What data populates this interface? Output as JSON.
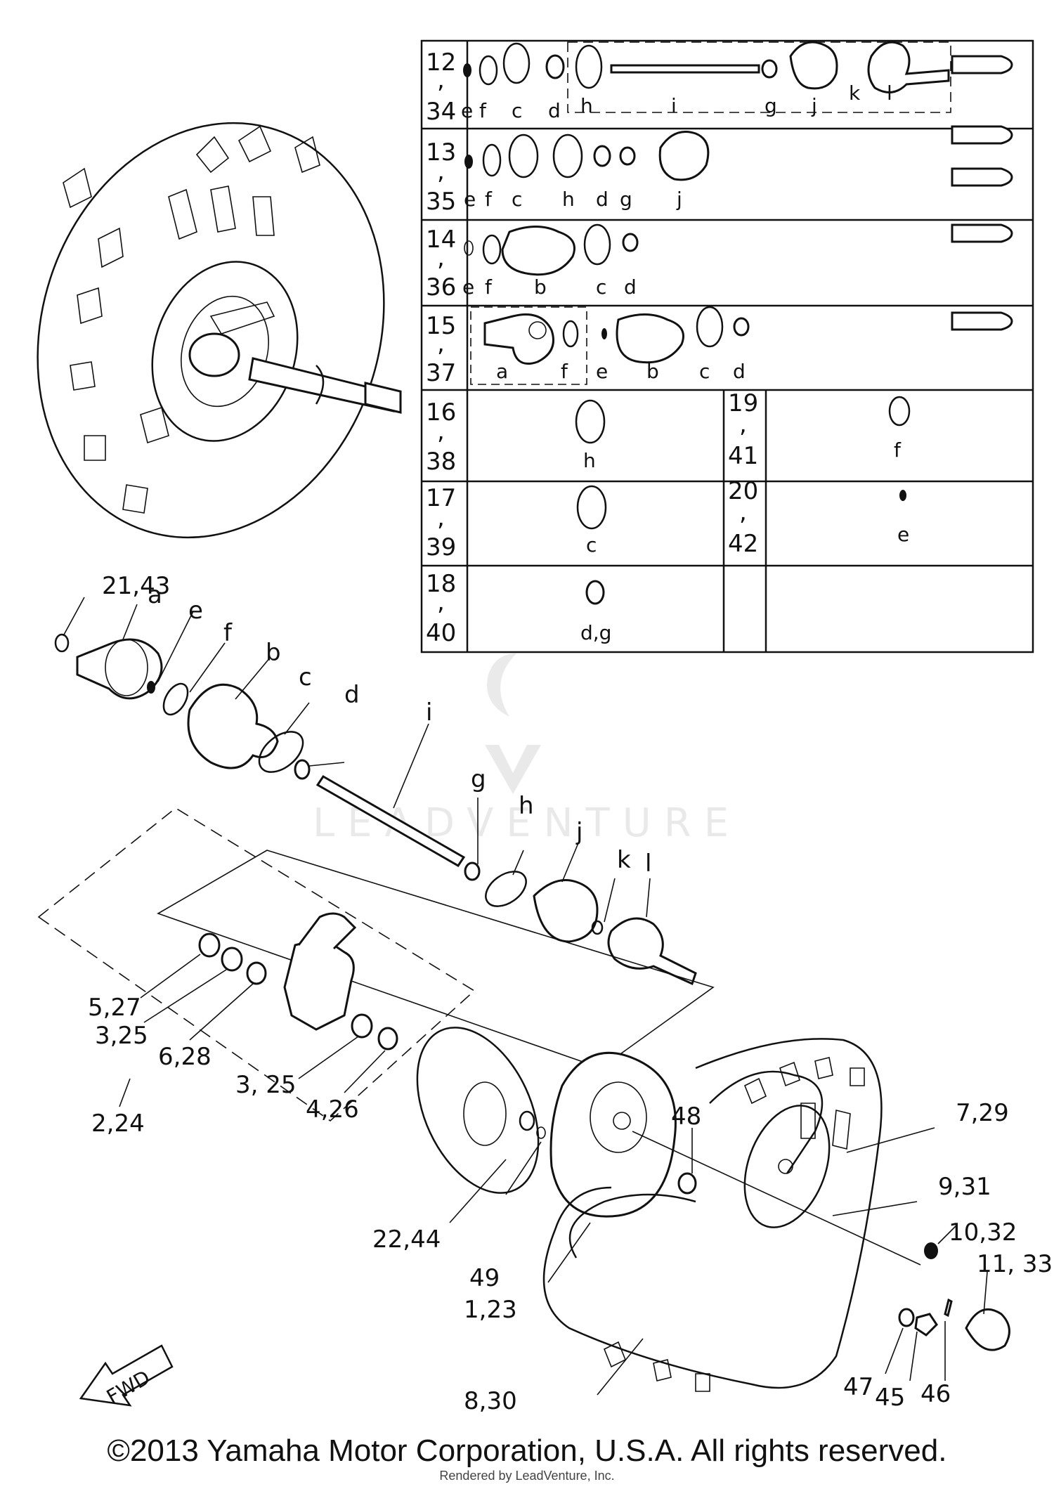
{
  "table": {
    "rows": [
      {
        "id": "12,34",
        "nums": [
          "12",
          ",",
          "34"
        ],
        "letters": [
          "e",
          "f",
          "c",
          "d",
          "h",
          "i",
          "g",
          "j",
          "k",
          "l"
        ]
      },
      {
        "id": "13,35",
        "nums": [
          "13",
          ",",
          "35"
        ],
        "letters": [
          "e",
          "f",
          "c",
          "h",
          "d",
          "g",
          "j"
        ]
      },
      {
        "id": "14,36",
        "nums": [
          "14",
          ",",
          "36"
        ],
        "letters": [
          "e",
          "f",
          "b",
          "c",
          "d"
        ]
      },
      {
        "id": "15,37",
        "nums": [
          "15",
          ",",
          "37"
        ],
        "letters": [
          "a",
          "f",
          "e",
          "b",
          "c",
          "d"
        ]
      }
    ],
    "pairs": [
      {
        "left": {
          "nums": [
            "16",
            ",",
            "38"
          ],
          "letter": "h"
        },
        "right": {
          "nums": [
            "19",
            ",",
            "41"
          ],
          "letter": "f"
        }
      },
      {
        "left": {
          "nums": [
            "17",
            ",",
            "39"
          ],
          "letter": "c"
        },
        "right": {
          "nums": [
            "20",
            ",",
            "42"
          ],
          "letter": "e"
        }
      },
      {
        "left": {
          "nums": [
            "18",
            ",",
            "40"
          ],
          "letter": "d,g"
        },
        "right": {
          "nums": [
            "",
            "",
            ""
          ],
          "letter": ""
        }
      }
    ]
  },
  "callouts": {
    "c21_43": "21,43",
    "a": "a",
    "e": "e",
    "f": "f",
    "b": "b",
    "c": "c",
    "d": "d",
    "i": "i",
    "g": "g",
    "h": "h",
    "j": "j",
    "k": "k",
    "l": "l",
    "c5_27": "5,27",
    "c3_25a": "3,25",
    "c6_28": "6,28",
    "c3_25b": "3, 25",
    "c4_26": "4,26",
    "c2_24": "2,24",
    "c22_44": "22,44",
    "c49": "49",
    "c48": "48",
    "c1_23": "1,23",
    "c7_29": "7,29",
    "c9_31": "9,31",
    "c10_32": "10,32",
    "c11_33": "11, 33",
    "c8_30": "8,30",
    "c47": "47",
    "c45": "45",
    "c46": "46",
    "fwd": "FWD"
  },
  "watermark": "LEADVENTURE",
  "copyright": "©2013 Yamaha Motor Corporation, U.S.A. All rights reserved.",
  "rendered_by": "Rendered by LeadVenture, Inc."
}
